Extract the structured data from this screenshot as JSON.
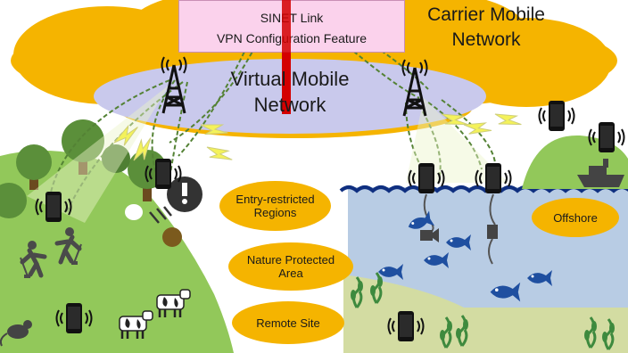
{
  "sinet_box": {
    "line1": "SINET Link",
    "line2": "VPN Configuration Feature"
  },
  "carrier_network": {
    "line1": "Carrier Mobile",
    "line2": "Network"
  },
  "virtual_network": {
    "line1": "Virtual Mobile",
    "line2": "Network"
  },
  "regions": [
    {
      "line1": "Entry-restricted",
      "line2": "Regions"
    },
    {
      "line1": "Nature Protected",
      "line2": "Area"
    },
    {
      "line1": "Remote Site",
      "line2": ""
    },
    {
      "line1": "Offshore",
      "line2": ""
    }
  ],
  "colors": {
    "cloud": "#f5b400",
    "virtual_network": "#c9c9ec",
    "sinet_box": "#fbd2ec",
    "sinet_line": "#d40000",
    "hill": "#92c85a",
    "sea": "#b8cce4",
    "seabed": "#d3dca2",
    "path_line": "#548235",
    "lightning": "#f2f05a",
    "fish": "#1f4fa0"
  },
  "icons": [
    "cell-tower-icon",
    "smartphone-icon",
    "lightning-icon",
    "farmer-icon",
    "cow-icon",
    "rat-icon",
    "fish-icon",
    "ship-icon",
    "seaweed-icon",
    "buoy-sensor-icon",
    "tree-icon",
    "warning-icon"
  ]
}
